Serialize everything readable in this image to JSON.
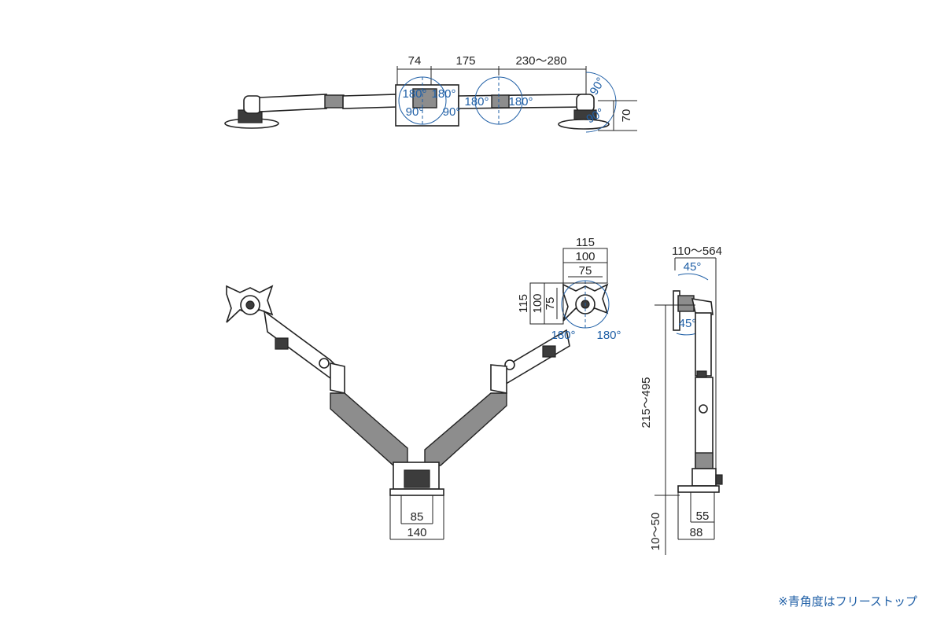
{
  "top_view": {
    "dim_74": "74",
    "dim_175": "175",
    "dim_230_280": "230～280",
    "dim_70": "70",
    "ang_180_a": "180°",
    "ang_180_b": "180°",
    "ang_90_a": "90°",
    "ang_90_b": "90°",
    "ang_180_c": "180°",
    "ang_180_d": "180°",
    "ang_90_c": "90°",
    "ang_90_d": "90°"
  },
  "front_view": {
    "dim_115_h": "115",
    "dim_100_h": "100",
    "dim_75_h": "75",
    "dim_115_v": "115",
    "dim_100_v": "100",
    "dim_75_v": "75",
    "ang_180_left": "180°",
    "ang_180_right": "180°",
    "dim_85": "85",
    "dim_140": "140"
  },
  "side_view": {
    "dim_110_564": "110～564",
    "ang_45_top": "45°",
    "ang_45_bottom": "45°",
    "dim_215_495": "215～495",
    "dim_10_50": "10～50",
    "dim_55": "55",
    "dim_88": "88"
  },
  "footnote": "※青角度はフリーストップ",
  "colors": {
    "angle_blue": "#1f5fa6",
    "line": "#222222",
    "arm_gray": "#8d8d8d"
  }
}
